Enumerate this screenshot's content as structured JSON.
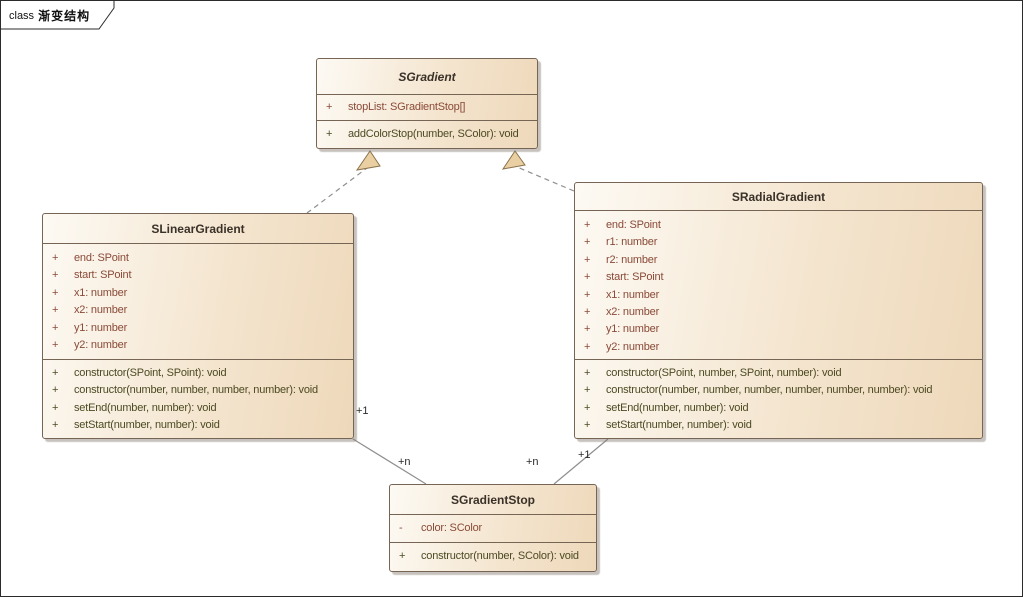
{
  "frame": {
    "keyword": "class",
    "title": "渐变结构"
  },
  "palette": {
    "box_fill_start": "#fdfaf4",
    "box_fill_end": "#eed8ba",
    "box_border": "#766555",
    "attribute_text": "#8a4a38",
    "method_text": "#4c4a22",
    "connector_line": "#8f8f8f",
    "arrow_fill": "#eacfa2",
    "arrow_border": "#8a714b"
  },
  "classes": [
    {
      "name": "SGradient",
      "abstract": true,
      "attributes": [
        {
          "vis": "+",
          "text": "stopList: SGradientStop[]"
        }
      ],
      "methods": [
        {
          "vis": "+",
          "text": "addColorStop(number, SColor): void"
        }
      ]
    },
    {
      "name": "SLinearGradient",
      "abstract": false,
      "attributes": [
        {
          "vis": "+",
          "text": "end: SPoint"
        },
        {
          "vis": "+",
          "text": "start: SPoint"
        },
        {
          "vis": "+",
          "text": "x1: number"
        },
        {
          "vis": "+",
          "text": "x2: number"
        },
        {
          "vis": "+",
          "text": "y1: number"
        },
        {
          "vis": "+",
          "text": "y2: number"
        }
      ],
      "methods": [
        {
          "vis": "+",
          "text": "constructor(SPoint, SPoint): void"
        },
        {
          "vis": "+",
          "text": "constructor(number, number, number, number): void"
        },
        {
          "vis": "+",
          "text": "setEnd(number, number): void"
        },
        {
          "vis": "+",
          "text": "setStart(number, number): void"
        }
      ]
    },
    {
      "name": "SRadialGradient",
      "abstract": false,
      "attributes": [
        {
          "vis": "+",
          "text": "end: SPoint"
        },
        {
          "vis": "+",
          "text": "r1: number"
        },
        {
          "vis": "+",
          "text": "r2: number"
        },
        {
          "vis": "+",
          "text": "start: SPoint"
        },
        {
          "vis": "+",
          "text": "x1: number"
        },
        {
          "vis": "+",
          "text": "x2: number"
        },
        {
          "vis": "+",
          "text": "y1: number"
        },
        {
          "vis": "+",
          "text": "y2: number"
        }
      ],
      "methods": [
        {
          "vis": "+",
          "text": "constructor(SPoint, number, SPoint, number): void"
        },
        {
          "vis": "+",
          "text": "constructor(number, number, number, number, number, number): void"
        },
        {
          "vis": "+",
          "text": "setEnd(number, number): void"
        },
        {
          "vis": "+",
          "text": "setStart(number, number): void"
        }
      ]
    },
    {
      "name": "SGradientStop",
      "abstract": false,
      "attributes": [
        {
          "vis": "-",
          "text": "color: SColor"
        }
      ],
      "methods": [
        {
          "vis": "+",
          "text": "constructor(number, SColor): void"
        }
      ]
    }
  ],
  "connectors": {
    "multiplicities": [
      {
        "text": "+1"
      },
      {
        "text": "+n"
      },
      {
        "text": "+n"
      },
      {
        "text": "+1"
      }
    ]
  }
}
